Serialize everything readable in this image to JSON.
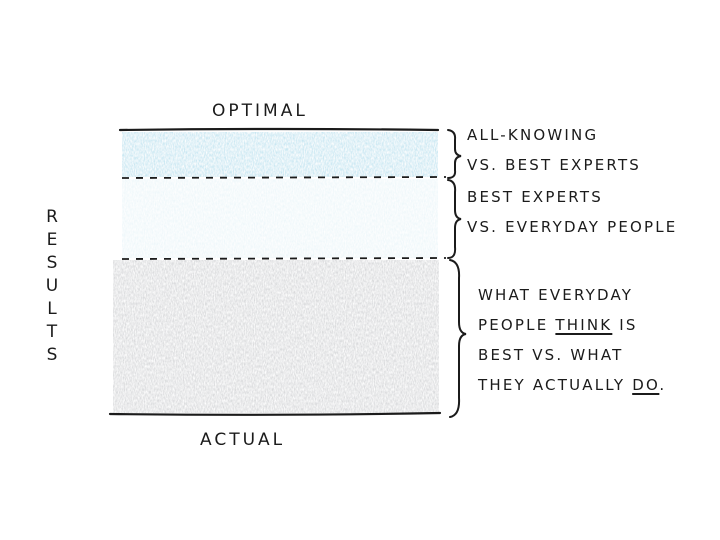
{
  "axes": {
    "top_label": "OPTIMAL",
    "bottom_label": "ACTUAL",
    "side_label": "RESULTS"
  },
  "bands": [
    {
      "id": "band-1",
      "fill": "#c8e7f2",
      "label_lines": [
        "ALL-KNOWING",
        "VS. BEST EXPERTS"
      ]
    },
    {
      "id": "band-2",
      "fill": "#eef7fa",
      "label_lines": [
        "BEST EXPERTS",
        "VS. EVERYDAY PEOPLE"
      ]
    },
    {
      "id": "band-3",
      "fill": "#d9dadc",
      "label_lines": [
        [
          "WHAT EVERYDAY"
        ],
        [
          "PEOPLE ",
          {
            "u": "THINK"
          },
          " IS"
        ],
        [
          "BEST VS.  WHAT"
        ],
        [
          "THEY ACTUALLY ",
          {
            "u": "DO"
          },
          "."
        ]
      ]
    }
  ],
  "colors": {
    "ink": "#1b1b1b",
    "band_light_blue": "#c8e7f2",
    "band_pale_blue": "#eef7fa",
    "band_gray": "#d9dadc"
  }
}
